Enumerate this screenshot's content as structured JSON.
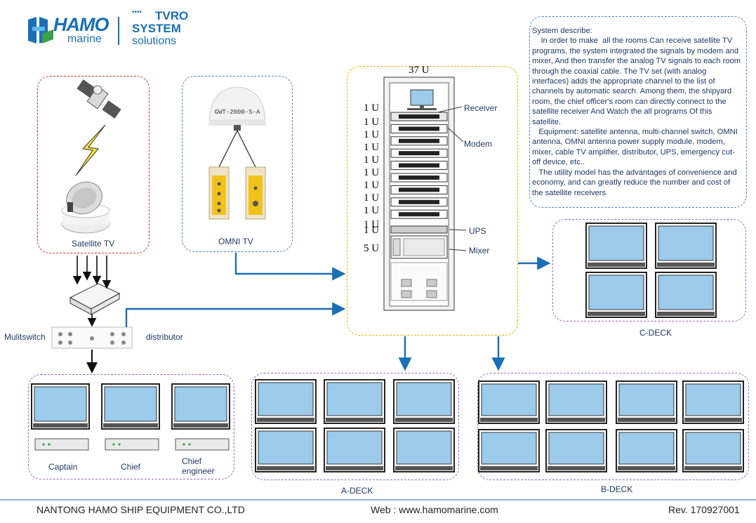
{
  "logo": {
    "brand": "HAMO",
    "sub": "marine",
    "dots": "••••",
    "line1": "TVRO",
    "line2": "SYSTEM",
    "line3": "solutions"
  },
  "colors": {
    "accent": "#1a6fb5",
    "satellite_box": "#e03030",
    "omni_box": "#4a86c5",
    "rack_box": "#f2b200",
    "deck_box": "#9a6ab8"
  },
  "satellite": {
    "label": "Satellite TV"
  },
  "omni": {
    "label": "OMNI TV",
    "antenna_text": "GWT-2000-S-A"
  },
  "rack": {
    "title": "37 U",
    "units": [
      "1 U",
      "1 U",
      "1 U",
      "1 U",
      "1 U",
      "1 U",
      "1 U",
      "1 U",
      "1 U",
      "1 U",
      "1 U",
      "5 U"
    ],
    "labels": {
      "receiver": "Receiver",
      "modem": "Modem",
      "ups": "UPS",
      "mixer": "Mixer"
    }
  },
  "switch": {
    "left": "Mulitswitch",
    "right": "distributor"
  },
  "description": {
    "heading": "System describe:",
    "body": "    In order to make  all the rooms Can receive satellite TV programs, the system integrated the signals by modem and mixer, And then transfer the analog TV signals to each room through the coaxial cable. The TV set (with analog interfaces) adds the appropriate channel to the list of channels by automatic search. Among them, the shipyard room, the chief officer's room can directly connect to the satellite receiver And Watch the all programs Of this satellite.\n   Equipment: satellite antenna, multi-channel switch, OMNI antenna, OMNI antenna power supply module, modem, mixer, cable TV amplifier, distributor, UPS, emergency cut-off device, etc..\n   The utility model has the advantages of convenience and economy, and can greatly reduce the number and cost of the satellite receivers"
  },
  "rooms": {
    "captain": "Captain",
    "chief": "Chief",
    "chief_engineer": "Chief\nengineer"
  },
  "decks": {
    "a": "A-DECK",
    "b": "B-DECK",
    "c": "C-DECK"
  },
  "footer": {
    "company": "NANTONG HAMO SHIP EQUIPMENT CO.,LTD",
    "web": "Web : www.hamomarine.com",
    "rev": "Rev. 170927001"
  }
}
